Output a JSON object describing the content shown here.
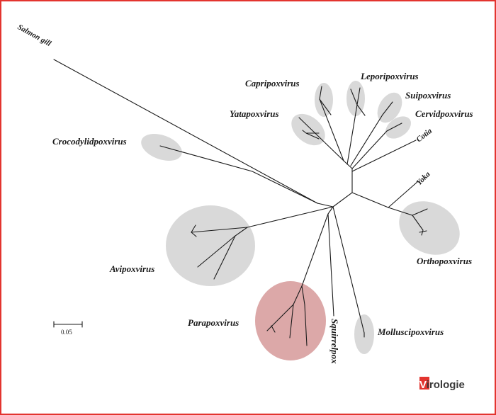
{
  "tree": {
    "labels": {
      "salmon_gill": "Salmon gill",
      "crocodylidpoxvirus": "Crocodylidpoxvirus",
      "capripoxvirus": "Capripoxvirus",
      "leporipoxvirus": "Leporipoxvirus",
      "suipoxvirus": "Suipoxvirus",
      "cervidpoxvirus": "Cervidpoxvirus",
      "yatapoxvirus": "Yatapoxvirus",
      "cotia": "Cotia",
      "yoka": "Yoka",
      "avipoxvirus": "Avipoxvirus",
      "orthopoxvirus": "Orthopoxvirus",
      "parapoxvirus": "Parapoxvirus",
      "squirrelpox": "Squirrelpox",
      "molluscipoxvirus": "Molluscipoxvirus"
    },
    "scale_bar_label": "0.05",
    "colors": {
      "clade_fill": "#d9d9d9",
      "highlight_fill": "#dca8a8",
      "branch": "#1a1a1a",
      "border": "#e3342f",
      "logo_red": "#e3342f"
    }
  },
  "logo": {
    "initial": "V",
    "rest": "irologie"
  }
}
